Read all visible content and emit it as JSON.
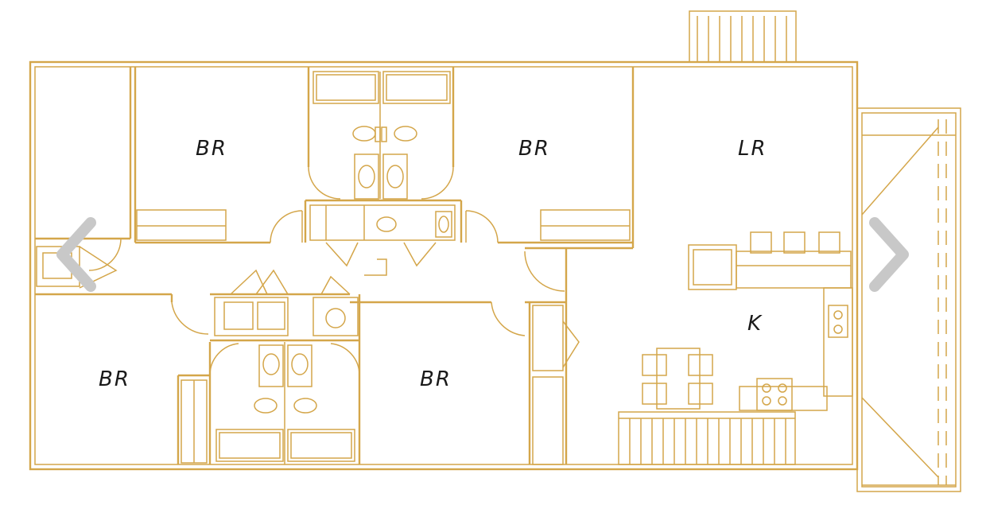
{
  "rooms": {
    "br_top_left": "BR",
    "br_top_mid": "BR",
    "living_room": "LR",
    "br_bottom_left": "BR",
    "br_bottom_mid": "BR",
    "kitchen": "K"
  },
  "nav": {
    "prev_icon": "chevron-left-icon",
    "next_icon": "chevron-right-icon",
    "arrow_color": "#c8c8c8"
  },
  "colors": {
    "line": "#d4a64a",
    "label": "#1a1a1a",
    "background": "#ffffff"
  }
}
